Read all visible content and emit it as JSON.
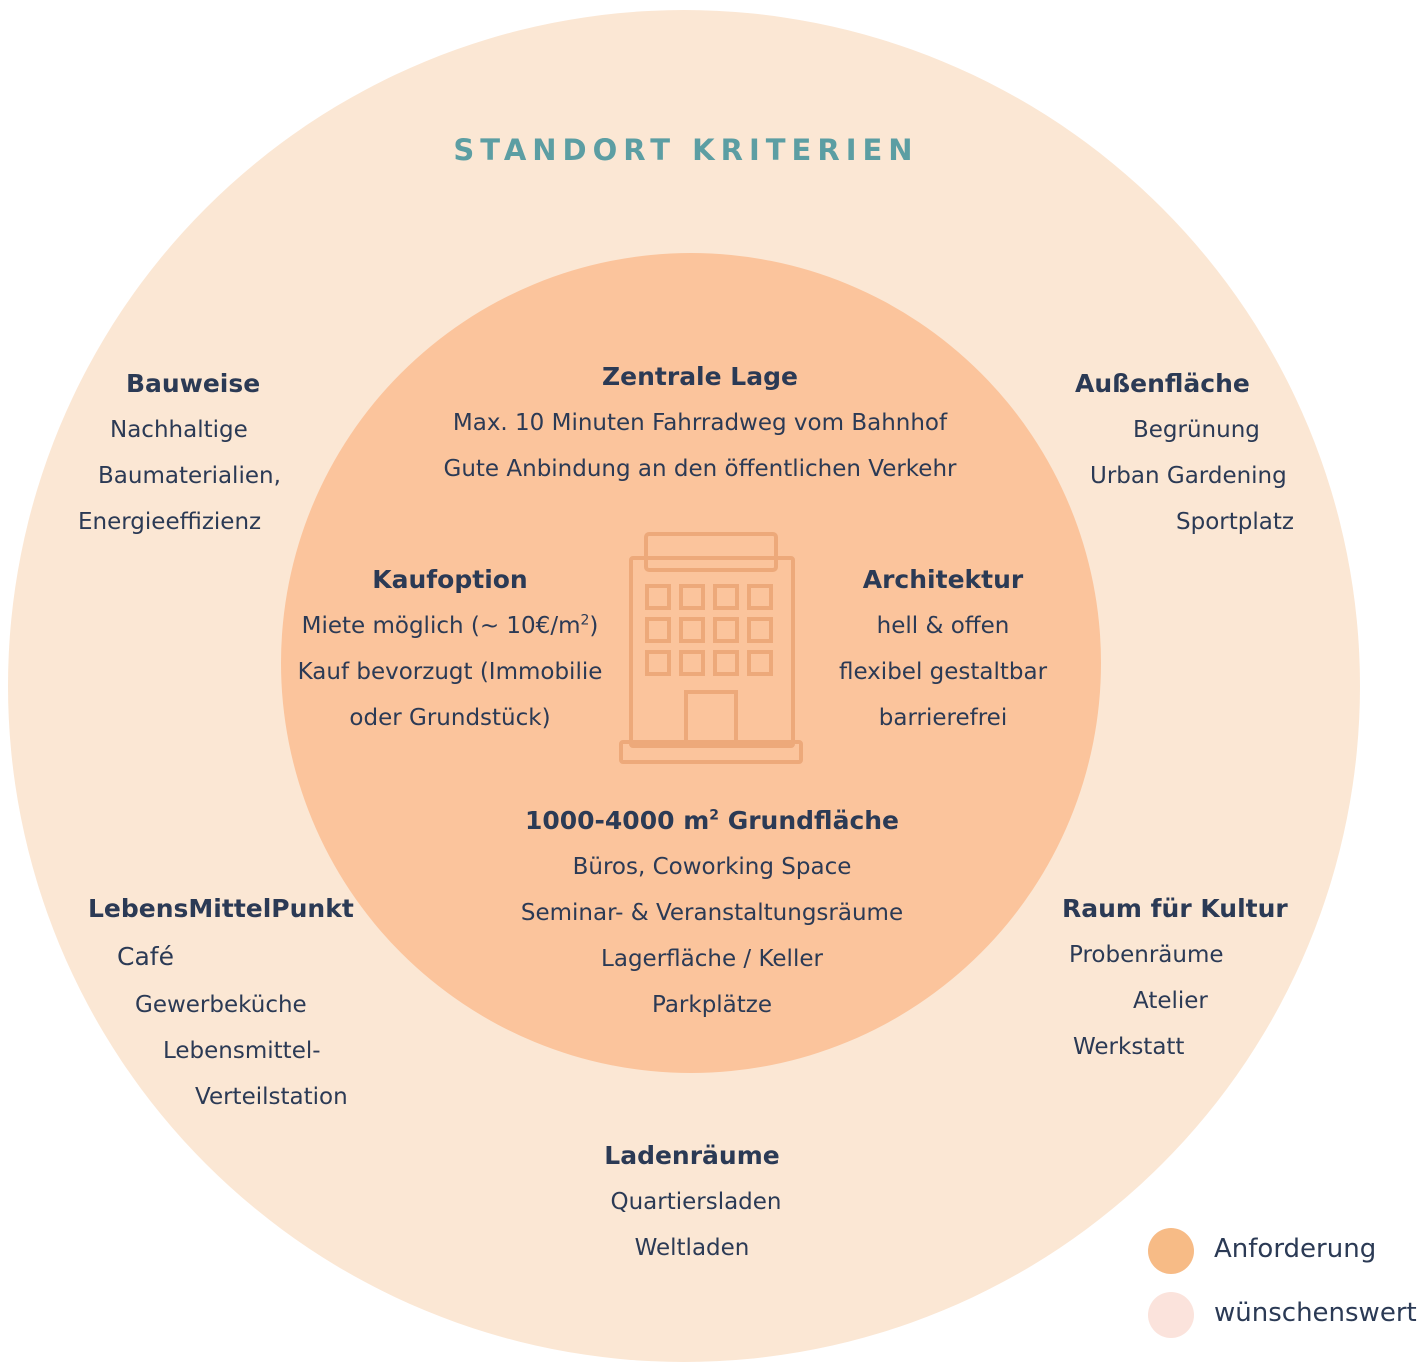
{
  "title": "STANDORT KRITERIEN",
  "colors": {
    "outer": "#fbe7d4",
    "inner": "#fbc49c",
    "title": "#5c9ea3",
    "text": "#2b3a55",
    "legend_requirement": "#f7bb86",
    "legend_desirable": "#fbe3dc"
  },
  "inner": {
    "zentrale_lage": {
      "heading": "Zentrale Lage",
      "lines": [
        "Max. 10 Minuten Fahrradweg vom Bahnhof",
        "Gute Anbindung an den öffentlichen Verkehr"
      ]
    },
    "kaufoption": {
      "heading": "Kaufoption",
      "line1_text": "Miete möglich (~ 10€/m",
      "line1_sup": "2",
      "line1_end": ")",
      "lines": [
        "Kauf bevorzugt (Immobilie",
        "oder Grundstück)"
      ]
    },
    "architektur": {
      "heading": "Architektur",
      "lines": [
        "hell & offen",
        "flexibel gestaltbar",
        "barrierefrei"
      ]
    },
    "grundflaeche": {
      "heading_start": "1000-4000 m",
      "heading_sup": "2",
      "heading_end": " Grundfläche",
      "lines": [
        "Büros, Coworking Space",
        "Seminar- & Veranstaltungsräume",
        "Lagerfläche / Keller",
        "Parkplätze"
      ]
    },
    "icon": "office-building-icon"
  },
  "outer": {
    "bauweise": {
      "heading": "Bauweise",
      "lines": [
        "Nachhaltige",
        "Baumaterialien,",
        "Energieeffizienz"
      ]
    },
    "aussenflaeche": {
      "heading": "Außenfläche",
      "lines": [
        "Begrünung",
        "Urban Gardening",
        "Sportplatz"
      ]
    },
    "lebensmittelpunkt": {
      "heading": "LebensMittelPunkt",
      "lines": [
        "Café",
        "Gewerbeküche",
        "Lebensmittel-",
        "Verteilstation"
      ]
    },
    "kultur": {
      "heading": "Raum für Kultur",
      "lines": [
        "Probenräume",
        "Atelier",
        "Werkstatt"
      ]
    },
    "ladenraeume": {
      "heading": "Ladenräume",
      "lines": [
        "Quartiersladen",
        "Weltladen"
      ]
    }
  },
  "legend": {
    "requirement": "Anforderung",
    "desirable": "wünschenswert"
  }
}
